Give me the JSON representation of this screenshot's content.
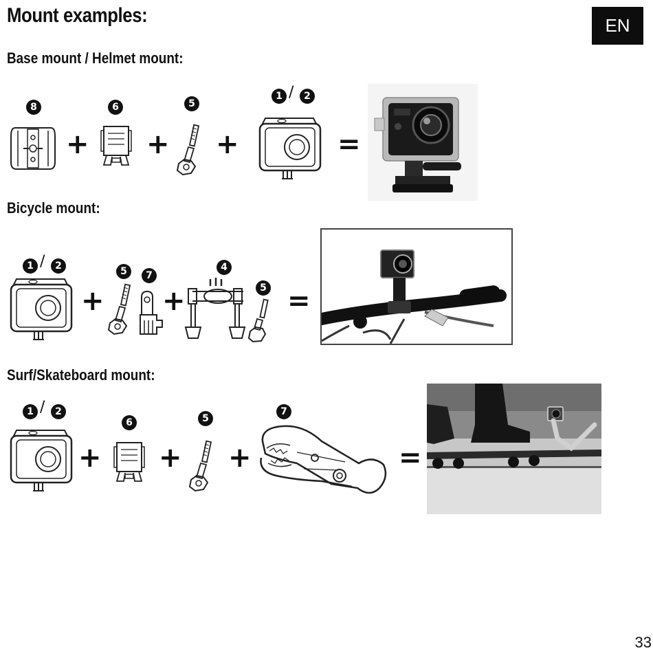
{
  "page": {
    "title": "Mount examples:",
    "language_badge": "EN",
    "page_number": "33"
  },
  "sections": [
    {
      "heading": "Base mount / Helmet mount:",
      "parts": [
        {
          "numbers": [
            "8"
          ],
          "icon": "flat-base-mount-icon"
        },
        {
          "numbers": [
            "6"
          ],
          "icon": "buckle-adapter-icon"
        },
        {
          "numbers": [
            "5"
          ],
          "icon": "thumb-screw-icon"
        },
        {
          "numbers": [
            "1",
            "2"
          ],
          "icon": "waterproof-case-icon"
        }
      ],
      "result": "camera-on-base-mount-photo"
    },
    {
      "heading": "Bicycle mount:",
      "parts": [
        {
          "numbers": [
            "1",
            "2"
          ],
          "icon": "waterproof-case-icon"
        },
        {
          "numbers": [
            "5",
            "7"
          ],
          "icon": "screw-and-pivot-arm-icon"
        },
        {
          "numbers": [
            "4",
            "5"
          ],
          "icon": "handlebar-mount-and-screw-icon"
        }
      ],
      "result": "camera-on-bicycle-handlebar-photo"
    },
    {
      "heading": "Surf/Skateboard mount:",
      "parts": [
        {
          "numbers": [
            "1",
            "2"
          ],
          "icon": "waterproof-case-icon"
        },
        {
          "numbers": [
            "6"
          ],
          "icon": "buckle-adapter-icon"
        },
        {
          "numbers": [
            "5"
          ],
          "icon": "thumb-screw-icon"
        },
        {
          "numbers": [
            "7"
          ],
          "icon": "clamp-mount-icon"
        }
      ],
      "result": "camera-on-skateboard-photo"
    }
  ],
  "operators": {
    "plus": "+",
    "equals": "=",
    "slash": "/"
  }
}
